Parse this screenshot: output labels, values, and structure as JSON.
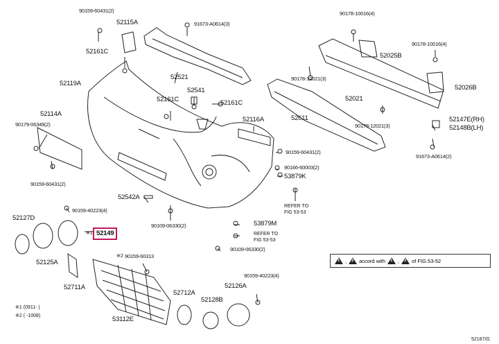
{
  "labels": {
    "p90159_60431_top": "90159-60431(2)",
    "p52115A": "52115A",
    "p91673_A0614_top": "91673-A0614(3)",
    "p52161C_a": "52161C",
    "p52521": "52521",
    "p52119A": "52119A",
    "p52541": "52541",
    "p52161C_b": "52161C",
    "p52161C_c": "52161C",
    "p52114A": "52114A",
    "p90179_06349": "90179-06349(2)",
    "p90159_60431_left": "90159-60431(2)",
    "p52542A": "52542A",
    "p52116A": "52116A",
    "p90159_60431_mid": "90159-60431(2)",
    "p90166_60003": "90166-60003(2)",
    "p53879K": "53879K",
    "refer_1": "REFER TO",
    "fig_1": "FIG 53-53",
    "p90159_40223_a": "90159-40223(4)",
    "p52127D": "52127D",
    "p52149": "52149",
    "p90109_06330_a": "90109-06330(2)",
    "p53879M": "53879M",
    "refer_2": "REFER TO",
    "fig_2": "FIG 53-53",
    "p90109_06330_b": "90109-06330(2)",
    "p52125A": "52125A",
    "p52711A": "52711A",
    "p90159_60313": "90159-60313",
    "p90159_40223_b": "90159-40223(4)",
    "p52712A": "52712A",
    "p52128B": "52128B",
    "p52126A": "52126A",
    "p53112E": "53112E",
    "p90178_10016_top": "90178-10016(4)",
    "p52025B": "52025B",
    "p90178_10016_right": "90178-10016(4)",
    "p90178_12021_a": "90178-12021(3)",
    "p52021": "52021",
    "p52026B": "52026B",
    "p52611": "52611",
    "p90178_12021_b": "90178-12021(3)",
    "p52147E": "52147E(RH)",
    "p52148B": "52148B(LH)",
    "p91673_A0614_right": "91673-A0614(2)",
    "note_text": "accord with",
    "note_tail": "of FIG.53-52",
    "note_sep": ",",
    "tri1": "1",
    "tri2": "2",
    "tri3": "1",
    "tri4": "2",
    "star1": "※1",
    "star2": "※2",
    "foot1": "※1 (0911-     )",
    "foot2": "※2 (     -1008)",
    "code": "52187/G",
    "m_star1": "※1",
    "m_star2": "※2"
  }
}
